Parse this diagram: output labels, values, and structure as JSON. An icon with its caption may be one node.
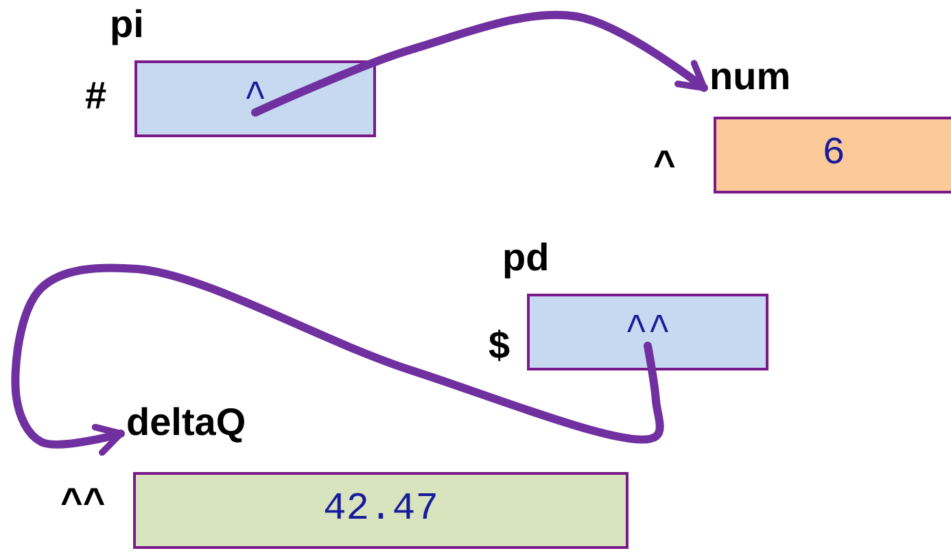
{
  "diagram": {
    "nodes": [
      {
        "text": [
          "pi",
          "^"
        ],
        "beside": [
          "#"
        ]
      },
      {
        "text": [
          "num",
          "6"
        ],
        "beside": [
          "^"
        ]
      },
      {
        "text": [
          "pd",
          "^^"
        ],
        "beside": [
          "$"
        ]
      },
      {
        "text": [
          "deltaQ",
          "42.47"
        ],
        "beside": [
          "^^"
        ]
      }
    ],
    "edges": [
      {
        "from": 0,
        "to": 1,
        "arrow": "to"
      },
      {
        "from": 2,
        "to": 3,
        "arrow": "to"
      }
    ]
  }
}
